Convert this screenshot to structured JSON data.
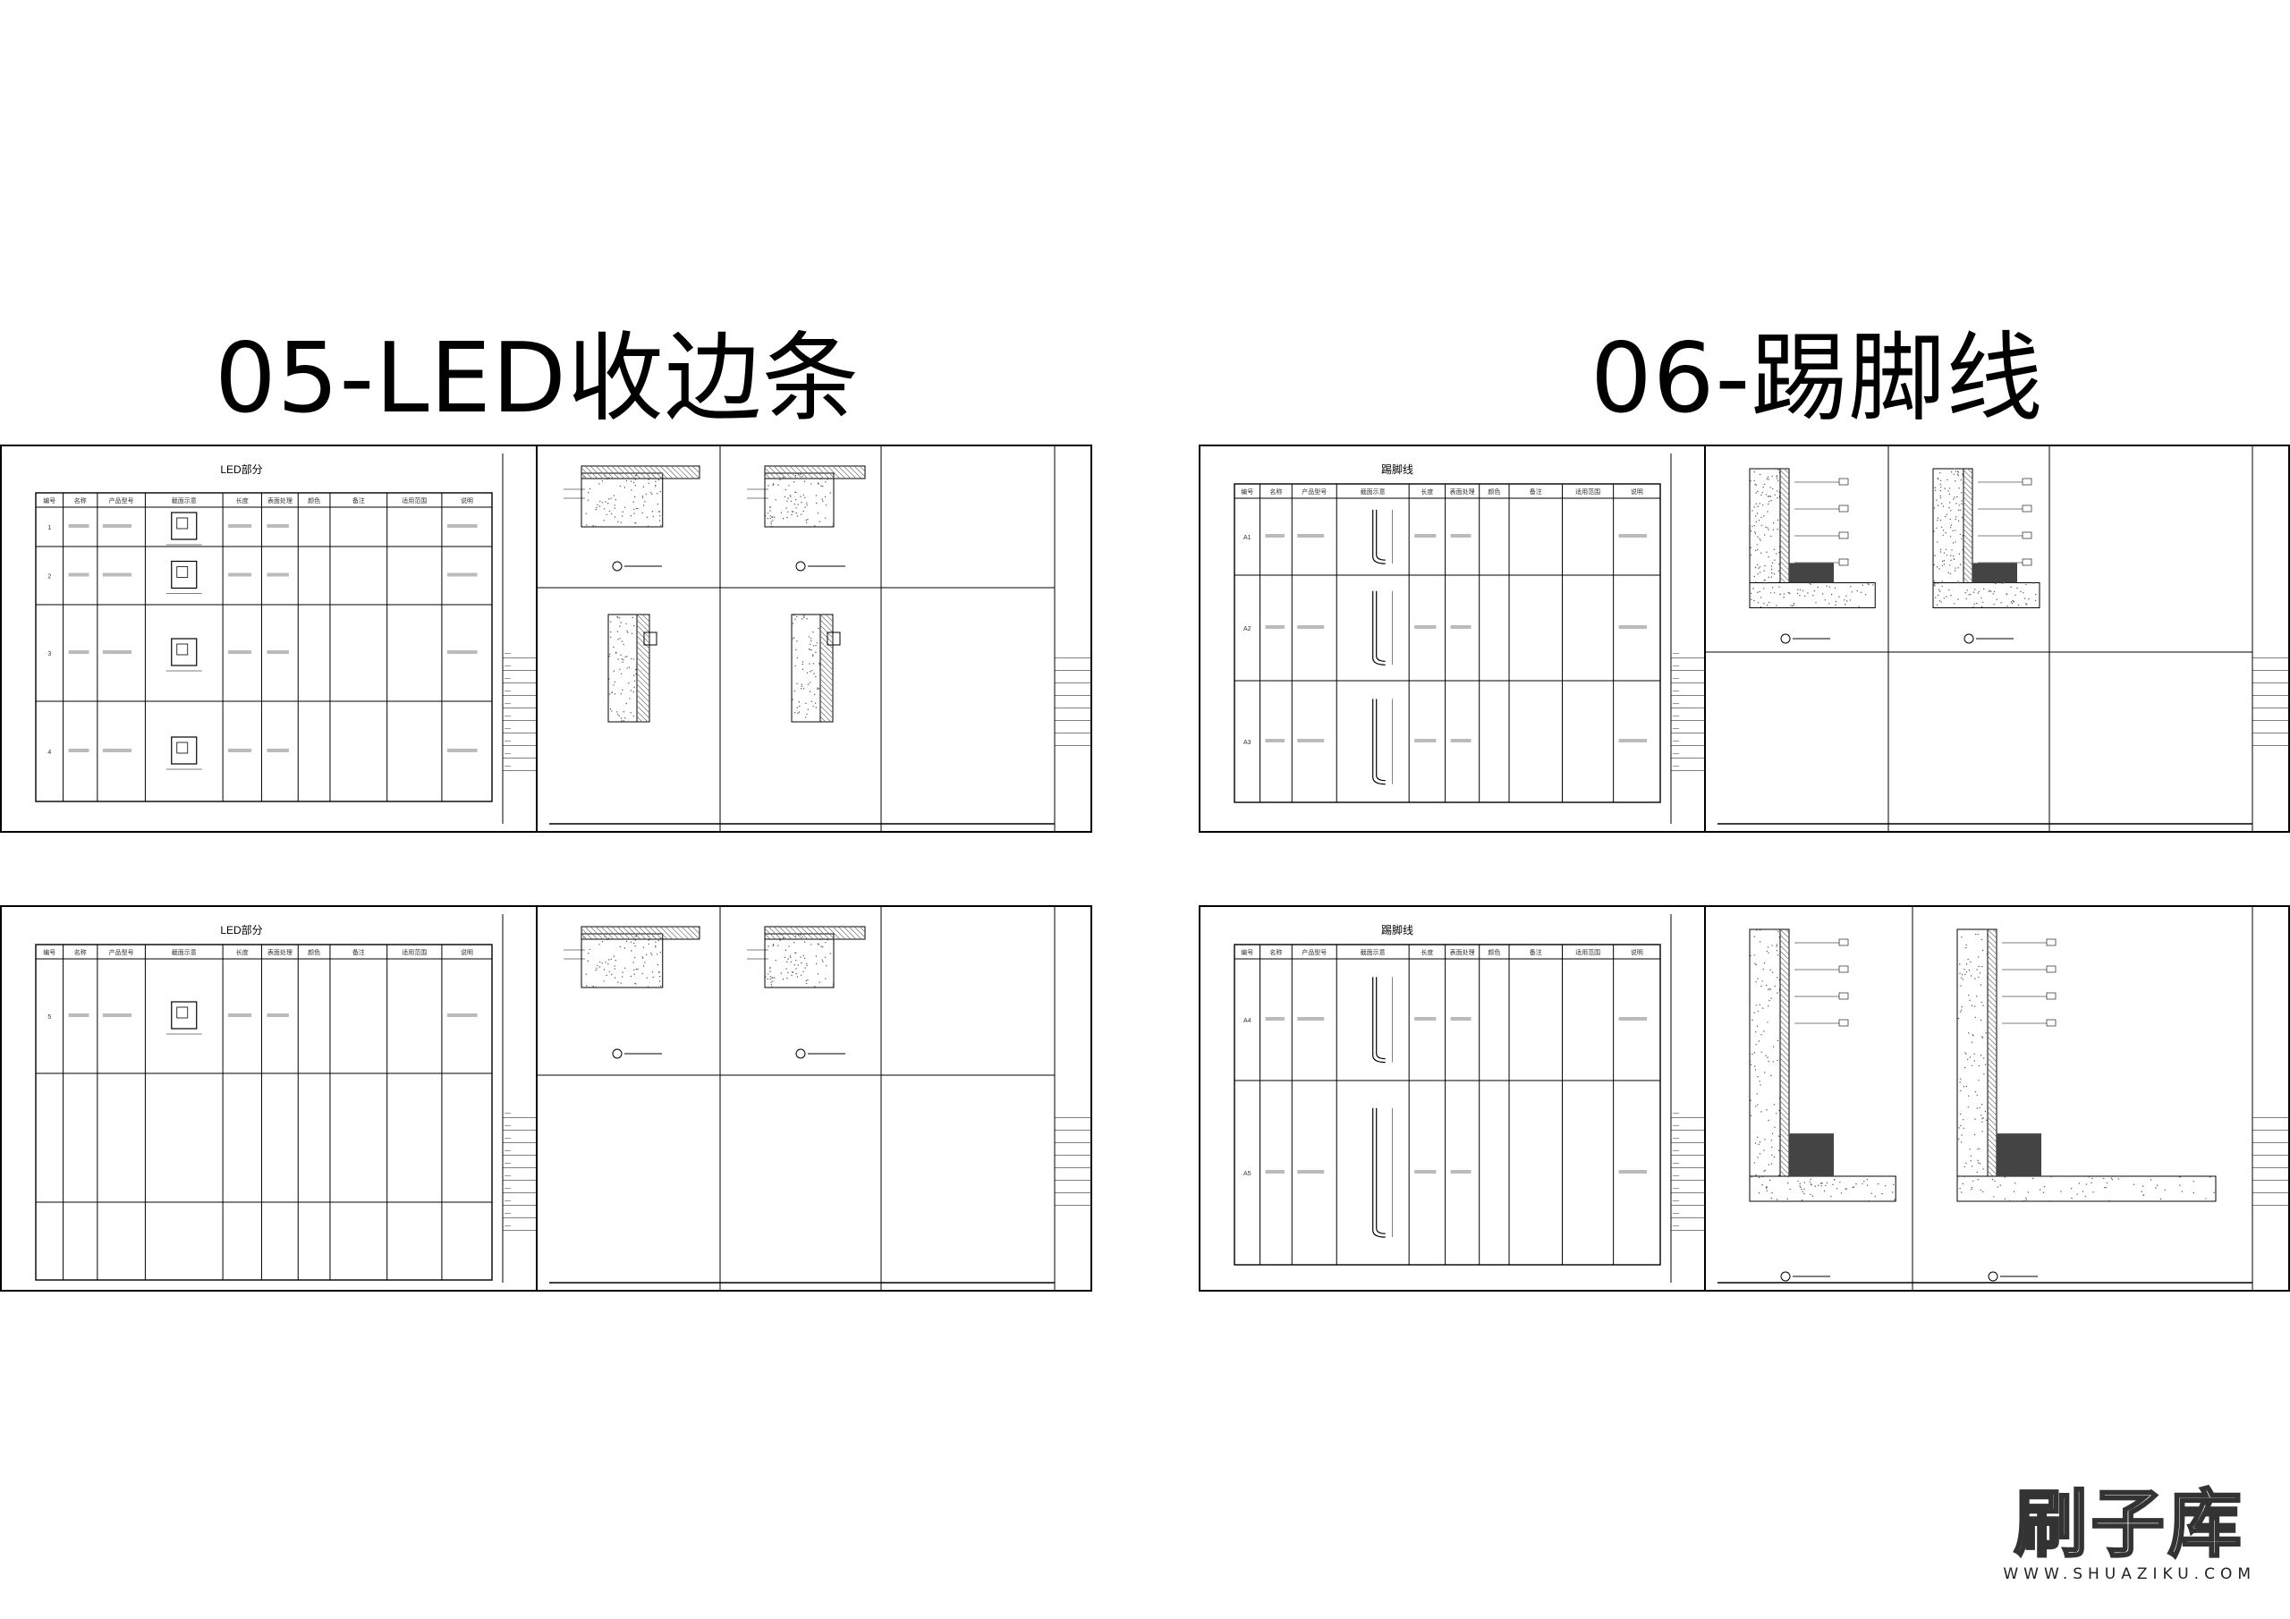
{
  "headings": {
    "left": "05-LED收边条",
    "right": "06-踢脚线"
  },
  "sheets": [
    {
      "id": "sheet-led-1",
      "table_title": "LED部分",
      "row_numbers": [
        "1",
        "2",
        "3",
        "4"
      ],
      "columns": [
        "编号",
        "名称",
        "产品型号",
        "截面示意",
        "长度",
        "表面处理",
        "颜色",
        "备注",
        "适用范围",
        "说明"
      ]
    },
    {
      "id": "sheet-led-2",
      "table_title": "LED部分",
      "row_numbers": [
        "5"
      ],
      "columns": [
        "编号",
        "名称",
        "产品型号",
        "截面示意",
        "长度",
        "表面处理",
        "颜色",
        "备注",
        "适用范围",
        "说明"
      ]
    },
    {
      "id": "sheet-skirt-1",
      "table_title": "踢脚线",
      "row_numbers": [
        "A1",
        "A2",
        "A3"
      ],
      "columns": [
        "编号",
        "名称",
        "产品型号",
        "截面示意",
        "长度",
        "表面处理",
        "颜色",
        "备注",
        "适用范围",
        "说明"
      ]
    },
    {
      "id": "sheet-skirt-2",
      "table_title": "踢脚线",
      "row_numbers": [
        "A4",
        "A5"
      ],
      "columns": [
        "编号",
        "名称",
        "产品型号",
        "截面示意",
        "长度",
        "表面处理",
        "颜色",
        "备注",
        "适用范围",
        "说明"
      ]
    }
  ],
  "watermark": {
    "logo": "刷子库",
    "url": "WWW.SHUAZIKU.COM"
  }
}
